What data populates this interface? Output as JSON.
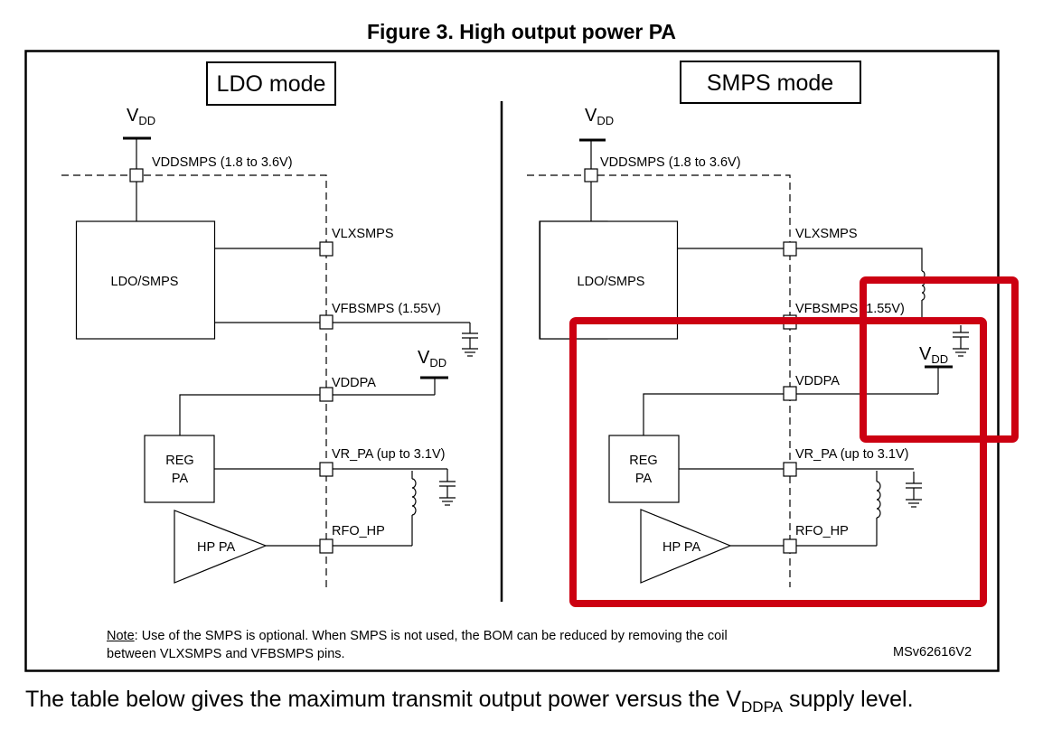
{
  "figure": {
    "title": "Figure 3. High output power PA",
    "id": "MSv62616V2",
    "note_label": "Note",
    "note_line1": ": Use of the SMPS is optional. When SMPS is not used, the BOM can be reduced by removing the coil",
    "note_line2": "between VLXSMPS and VFBSMPS pins."
  },
  "panels": {
    "ldo": {
      "mode_label": "LDO mode",
      "vdd_main": "V",
      "vdd_main_sub": "DD",
      "vddsmps": "VDDSMPS (1.8 to 3.6V)",
      "block_ldo": "LDO/SMPS",
      "vlxsmps": "VLXSMPS",
      "vfbsmps": "VFBSMPS (1.55V)",
      "vdd_pa_supply": "V",
      "vdd_pa_supply_sub": "DD",
      "vddpa": "VDDPA",
      "reg_pa_line1": "REG",
      "reg_pa_line2": "PA",
      "vr_pa": "VR_PA (up to 3.1V)",
      "hp_pa": "HP PA",
      "rfo_hp": "RFO_HP"
    },
    "smps": {
      "mode_label": "SMPS mode",
      "vdd_main": "V",
      "vdd_main_sub": "DD",
      "vddsmps": "VDDSMPS (1.8 to 3.6V)",
      "block_ldo": "LDO/SMPS",
      "vlxsmps": "VLXSMPS",
      "vfbsmps": "VFBSMPS (1.55V)",
      "vdd_pa_supply": "V",
      "vdd_pa_supply_sub": "DD",
      "vddpa": "VDDPA",
      "reg_pa_line1": "REG",
      "reg_pa_line2": "PA",
      "vr_pa": "VR_PA (up to 3.1V)",
      "hp_pa": "HP PA",
      "rfo_hp": "RFO_HP"
    }
  },
  "highlights": {
    "color": "#cc0011"
  },
  "caption": {
    "text_before": "The table below gives the maximum transmit output power versus the V",
    "sub": "DDPA",
    "text_after": " supply level."
  }
}
